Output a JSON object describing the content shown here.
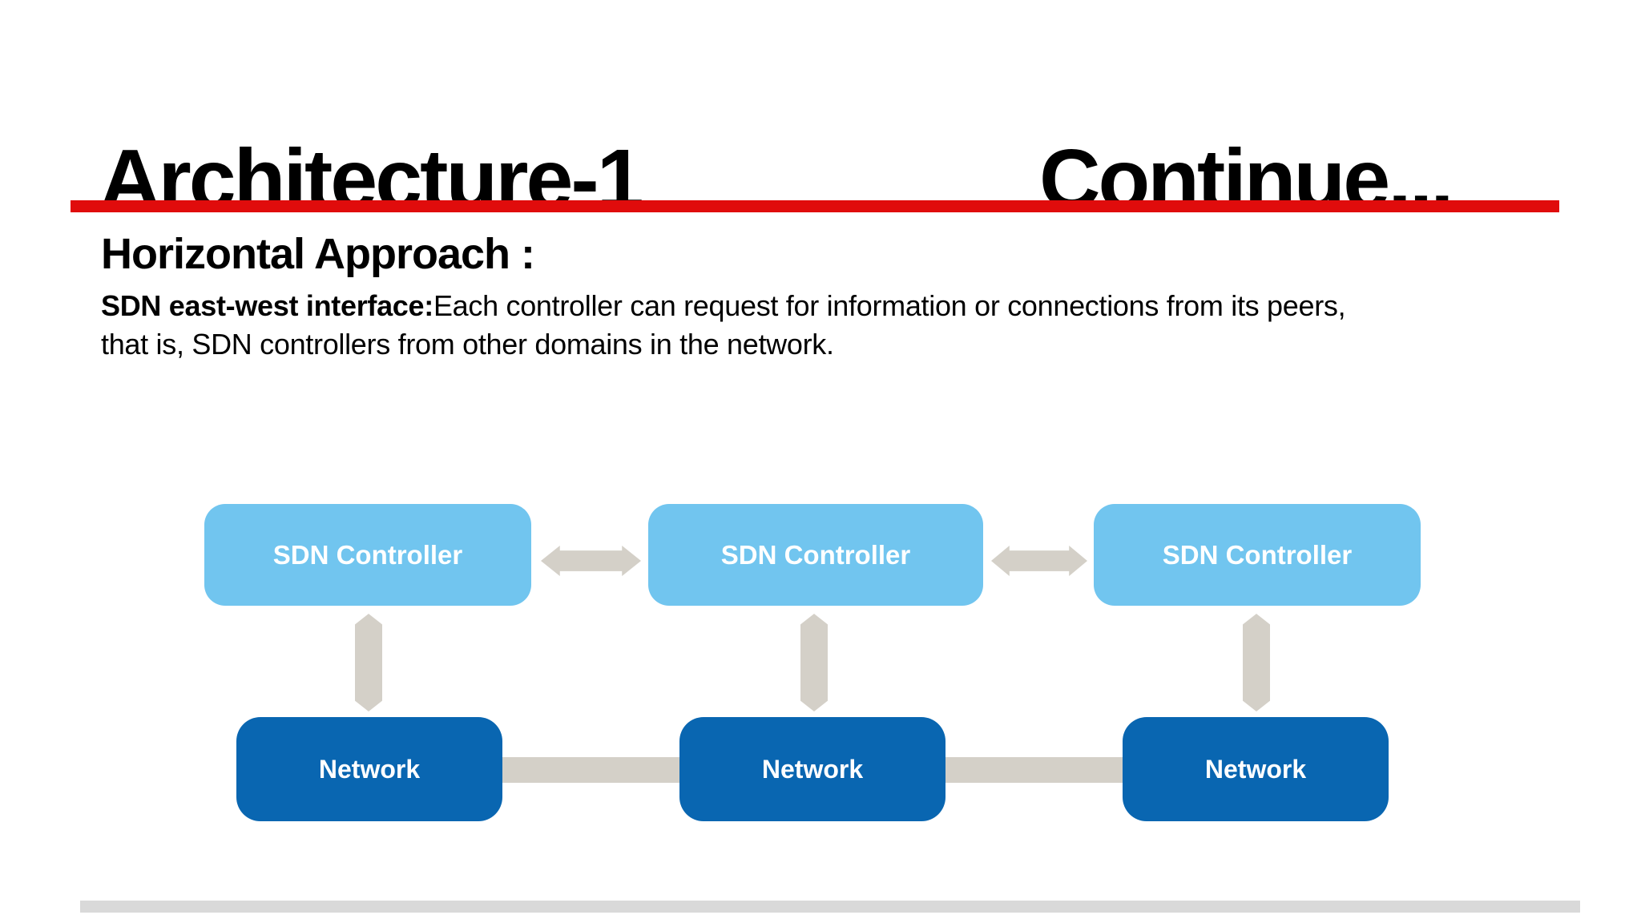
{
  "header": {
    "title_left": "Architecture-1",
    "title_right": "Continue..."
  },
  "body": {
    "heading": "Horizontal Approach :",
    "lead_bold": "SDN east-west interface:",
    "line1": "Each controller can request for information or connections from its peers,",
    "line2": "that is, SDN controllers from other domains in the network."
  },
  "diagram": {
    "controllers": [
      {
        "label": "SDN Controller"
      },
      {
        "label": "SDN Controller"
      },
      {
        "label": "SDN Controller"
      }
    ],
    "networks": [
      {
        "label": "Network"
      },
      {
        "label": "Network"
      },
      {
        "label": "Network"
      }
    ],
    "connections": {
      "east_west_links": 2,
      "controller_network_links": 3,
      "network_network_links": 2
    }
  },
  "colors": {
    "accent_red": "#e00c0c",
    "controller_blue": "#71c5ef",
    "network_blue": "#0966b1",
    "connector_gray": "#d4d0c8",
    "footer_gray": "#d9d9d9"
  }
}
